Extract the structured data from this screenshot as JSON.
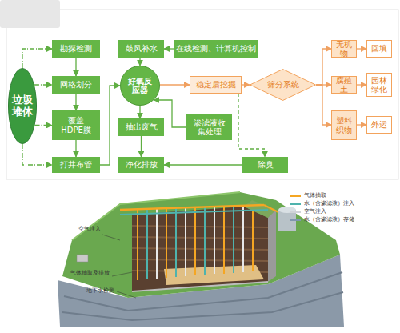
{
  "diagram": {
    "nodes": [
      {
        "text": [
          "垃圾堆体"
        ]
      },
      {
        "text": [
          "勘探检测"
        ]
      },
      {
        "text": [
          "网格划分"
        ]
      },
      {
        "text": [
          "覆盖HDPE膜"
        ]
      },
      {
        "text": [
          "打井布管"
        ]
      },
      {
        "text": [
          "鼓风补水"
        ]
      },
      {
        "text": [
          "在线检测、计算机控制"
        ]
      },
      {
        "text": [
          "好氧反应器"
        ]
      },
      {
        "text": [
          "稳定后挖掘"
        ]
      },
      {
        "text": [
          "筛分系统"
        ]
      },
      {
        "text": [
          "无机物"
        ]
      },
      {
        "text": [
          "回填"
        ]
      },
      {
        "text": [
          "腐殖土"
        ]
      },
      {
        "text": [
          "园林绿化"
        ]
      },
      {
        "text": [
          "塑料织物"
        ]
      },
      {
        "text": [
          "外运"
        ]
      },
      {
        "text": [
          "抽出废气"
        ]
      },
      {
        "text": [
          "渗滤液收集处理"
        ]
      },
      {
        "text": [
          "净化排放"
        ]
      },
      {
        "text": [
          "除臭"
        ]
      }
    ],
    "edges": [
      {
        "from": 0,
        "to": 1,
        "arrow": "to"
      },
      {
        "from": 0,
        "to": 2,
        "arrow": "to"
      },
      {
        "from": 0,
        "to": 3,
        "arrow": "to"
      },
      {
        "from": 0,
        "to": 4,
        "arrow": "to"
      },
      {
        "from": 1,
        "to": 2,
        "arrow": "to"
      },
      {
        "from": 2,
        "to": 3,
        "arrow": "to"
      },
      {
        "from": 3,
        "to": 4,
        "arrow": "to"
      },
      {
        "from": 4,
        "to": 7,
        "arrow": "to"
      },
      {
        "from": 5,
        "to": 7,
        "arrow": "to"
      },
      {
        "from": 6,
        "to": 5,
        "arrow": "to"
      },
      {
        "from": 7,
        "to": 16,
        "arrow": "to"
      },
      {
        "from": 16,
        "to": 18,
        "arrow": "to"
      },
      {
        "from": 17,
        "to": 7,
        "arrow": "to"
      },
      {
        "from": 7,
        "to": 8,
        "arrow": "to"
      },
      {
        "from": 8,
        "to": 9,
        "arrow": "to"
      },
      {
        "from": 9,
        "to": 10,
        "arrow": "to"
      },
      {
        "from": 9,
        "to": 12,
        "arrow": "to"
      },
      {
        "from": 9,
        "to": 14,
        "arrow": "to"
      },
      {
        "from": 10,
        "to": 11,
        "arrow": "to"
      },
      {
        "from": 12,
        "to": 13,
        "arrow": "to"
      },
      {
        "from": 14,
        "to": 15,
        "arrow": "to"
      },
      {
        "from": 19,
        "to": 18,
        "arrow": "to"
      },
      {
        "from": 8,
        "to": 19,
        "arrow": "to"
      }
    ],
    "labels": [
      "空气注入",
      "气体抽取及排放",
      "地下水检测"
    ],
    "legend": [
      {
        "text": "气体抽取",
        "color": "#f5a623"
      },
      {
        "text": "水（含渗滤液）注入",
        "color": "#4fb3ad"
      },
      {
        "text": "空气注入",
        "color": "#d0d4d8"
      },
      {
        "text": "水（含渗滤液）存储",
        "color": "#7f97ad"
      }
    ]
  }
}
